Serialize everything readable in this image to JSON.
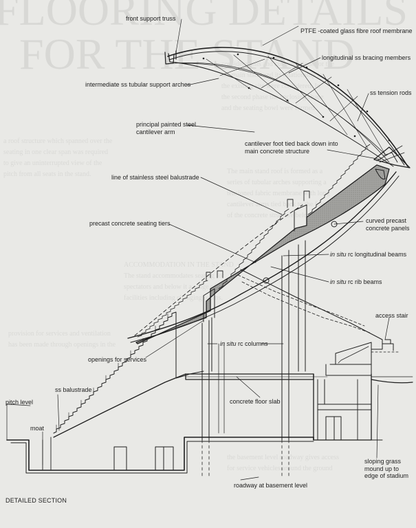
{
  "caption": "DETAILED SECTION",
  "colors": {
    "background": "#e9e9e6",
    "ink": "#1e1e1e",
    "hatch": "#9d9d9a",
    "ghost_text": "#d8d8d5"
  },
  "labels": {
    "front_support_truss": "front support truss",
    "ptfe_membrane": "PTFE -coated glass fibre roof membrane",
    "longitudinal_bracing": "longitudinal ss bracing members",
    "intermediate_arches": "intermediate ss tubular support arches",
    "tension_rods": "ss tension rods",
    "cantilever_arm": "principal painted steel cantilever arm",
    "cantilever_foot": "cantilever foot tied back down into main concrete structure",
    "balustrade_line": "line of stainless steel balustrade",
    "seating_tiers": "precast concrete seating tiers",
    "curved_panels": "curved precast concrete panels",
    "longitudinal_beams_prefix": "in situ",
    "longitudinal_beams": "rc longitudinal beams",
    "rib_beams_prefix": "in situ",
    "rib_beams": "rc rib beams",
    "access_stair": "access stair",
    "columns_prefix": "in situ",
    "columns": "rc columns",
    "openings_services": "openings for services",
    "ss_balustrade": "ss balustrade",
    "pitch_level": "pitch level",
    "concrete_floor_slab": "concrete floor slab",
    "moat": "moat",
    "sloping_grass_mound": "sloping grass mound up to edge of stadium",
    "roadway": "roadway at basement level"
  }
}
